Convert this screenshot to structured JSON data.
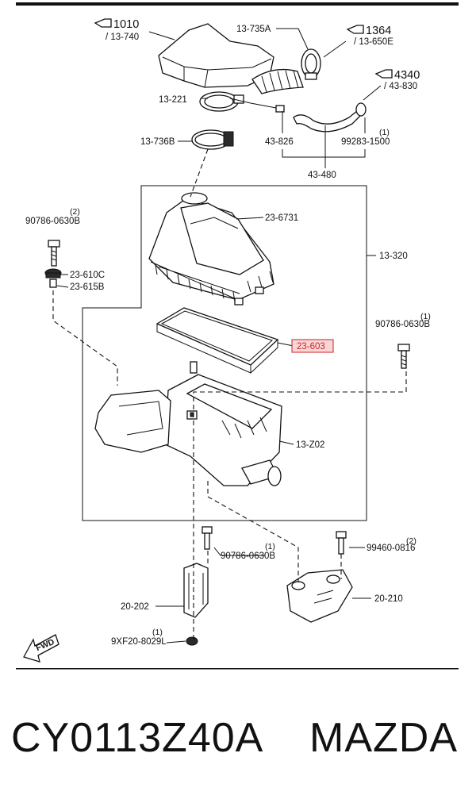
{
  "diagram": {
    "labels": {
      "ref_1010": "1010",
      "ref_1010_sub": "/ 13-740",
      "p_13_735A": "13-735A",
      "ref_1364": "1364",
      "ref_1364_sub": "/ 13-650E",
      "ref_4340": "4340",
      "ref_4340_sub": "/ 43-830",
      "p_13_221": "13-221",
      "p_43_826": "43-826",
      "p_99283_qty": "(1)",
      "p_99283": "99283-1500",
      "p_13_736B": "13-736B",
      "p_43_480": "43-480",
      "p_90786_a_qty": "(2)",
      "p_90786_a": "90786-0630B",
      "p_23_6731": "23-6731",
      "p_23_610C": "23-610C",
      "p_23_615B": "23-615B",
      "p_13_320": "13-320",
      "p_90786_b_qty": "(1)",
      "p_90786_b": "90786-0630B",
      "p_23_603": "23-603",
      "p_13_Z02": "13-Z02",
      "p_90786_c_qty": "(1)",
      "p_90786_c": "90786-0630B",
      "p_99460_qty": "(2)",
      "p_99460": "99460-0816",
      "p_20_202": "20-202",
      "p_20_210": "20-210",
      "p_9XF20_qty": "(1)",
      "p_9XF20": "9XF20-8029L",
      "fwd": "FWD"
    },
    "highlight_color": "#d21f26",
    "highlight_fill": "#f9d6d6"
  },
  "caption": {
    "part_number": "CY0113Z40A",
    "brand": "MAZDA"
  }
}
